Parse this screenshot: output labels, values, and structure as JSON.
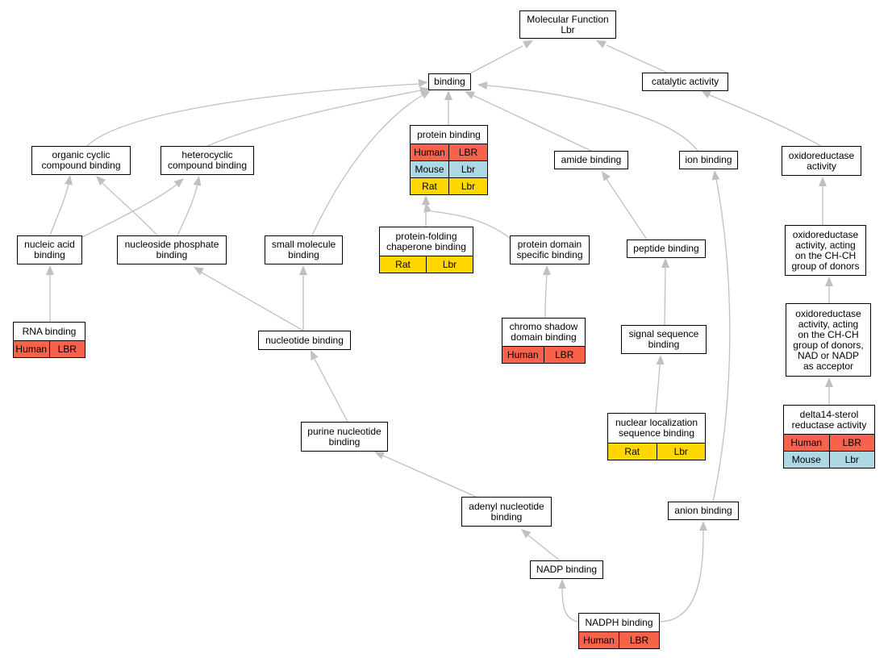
{
  "colors": {
    "Human": "#f9624a",
    "Mouse": "#add8e6",
    "Rat": "#ffd700",
    "edge": "#c0c0c0"
  },
  "nodes": {
    "molecular_function": {
      "label": "Molecular Function\nLbr",
      "rows": []
    },
    "binding": {
      "label": "binding",
      "rows": []
    },
    "catalytic_activity": {
      "label": "catalytic activity",
      "rows": []
    },
    "organic_cyclic": {
      "label": "organic cyclic\ncompound binding",
      "rows": []
    },
    "heterocyclic": {
      "label": "heterocyclic\ncompound binding",
      "rows": []
    },
    "protein_binding": {
      "label": "protein binding",
      "rows": [
        {
          "species": "Human",
          "gene": "LBR"
        },
        {
          "species": "Mouse",
          "gene": "Lbr"
        },
        {
          "species": "Rat",
          "gene": "Lbr"
        }
      ]
    },
    "amide_binding": {
      "label": "amide binding",
      "rows": []
    },
    "ion_binding": {
      "label": "ion binding",
      "rows": []
    },
    "oxidoreductase": {
      "label": "oxidoreductase\nactivity",
      "rows": []
    },
    "nucleic_acid": {
      "label": "nucleic acid\nbinding",
      "rows": []
    },
    "nucleoside_phosphate": {
      "label": "nucleoside phosphate\nbinding",
      "rows": []
    },
    "small_molecule": {
      "label": "small molecule\nbinding",
      "rows": []
    },
    "protein_folding": {
      "label": "protein-folding\nchaperone binding",
      "rows": [
        {
          "species": "Rat",
          "gene": "Lbr"
        }
      ]
    },
    "protein_domain": {
      "label": "protein domain\nspecific binding",
      "rows": []
    },
    "peptide_binding": {
      "label": "peptide binding",
      "rows": []
    },
    "oxido_chch": {
      "label": "oxidoreductase\nactivity, acting\non the CH-CH\ngroup of donors",
      "rows": []
    },
    "rna_binding": {
      "label": "RNA binding",
      "rows": [
        {
          "species": "Human",
          "gene": "LBR"
        }
      ]
    },
    "nucleotide_binding": {
      "label": "nucleotide binding",
      "rows": []
    },
    "chromo_shadow": {
      "label": "chromo shadow\ndomain binding",
      "rows": [
        {
          "species": "Human",
          "gene": "LBR"
        }
      ]
    },
    "signal_sequence": {
      "label": "signal sequence\nbinding",
      "rows": []
    },
    "oxido_nad": {
      "label": "oxidoreductase\nactivity, acting\non the CH-CH\ngroup of donors,\nNAD or NADP\nas acceptor",
      "rows": []
    },
    "purine_nucleotide": {
      "label": "purine nucleotide\nbinding",
      "rows": []
    },
    "nuclear_localization": {
      "label": "nuclear localization\nsequence binding",
      "rows": [
        {
          "species": "Rat",
          "gene": "Lbr"
        }
      ]
    },
    "delta14": {
      "label": "delta14-sterol\nreductase activity",
      "rows": [
        {
          "species": "Human",
          "gene": "LBR"
        },
        {
          "species": "Mouse",
          "gene": "Lbr"
        }
      ]
    },
    "adenyl_nucleotide": {
      "label": "adenyl nucleotide\nbinding",
      "rows": []
    },
    "anion_binding": {
      "label": "anion binding",
      "rows": []
    },
    "nadp_binding": {
      "label": "NADP binding",
      "rows": []
    },
    "nadph_binding": {
      "label": "NADPH binding",
      "rows": [
        {
          "species": "Human",
          "gene": "LBR"
        }
      ]
    }
  }
}
